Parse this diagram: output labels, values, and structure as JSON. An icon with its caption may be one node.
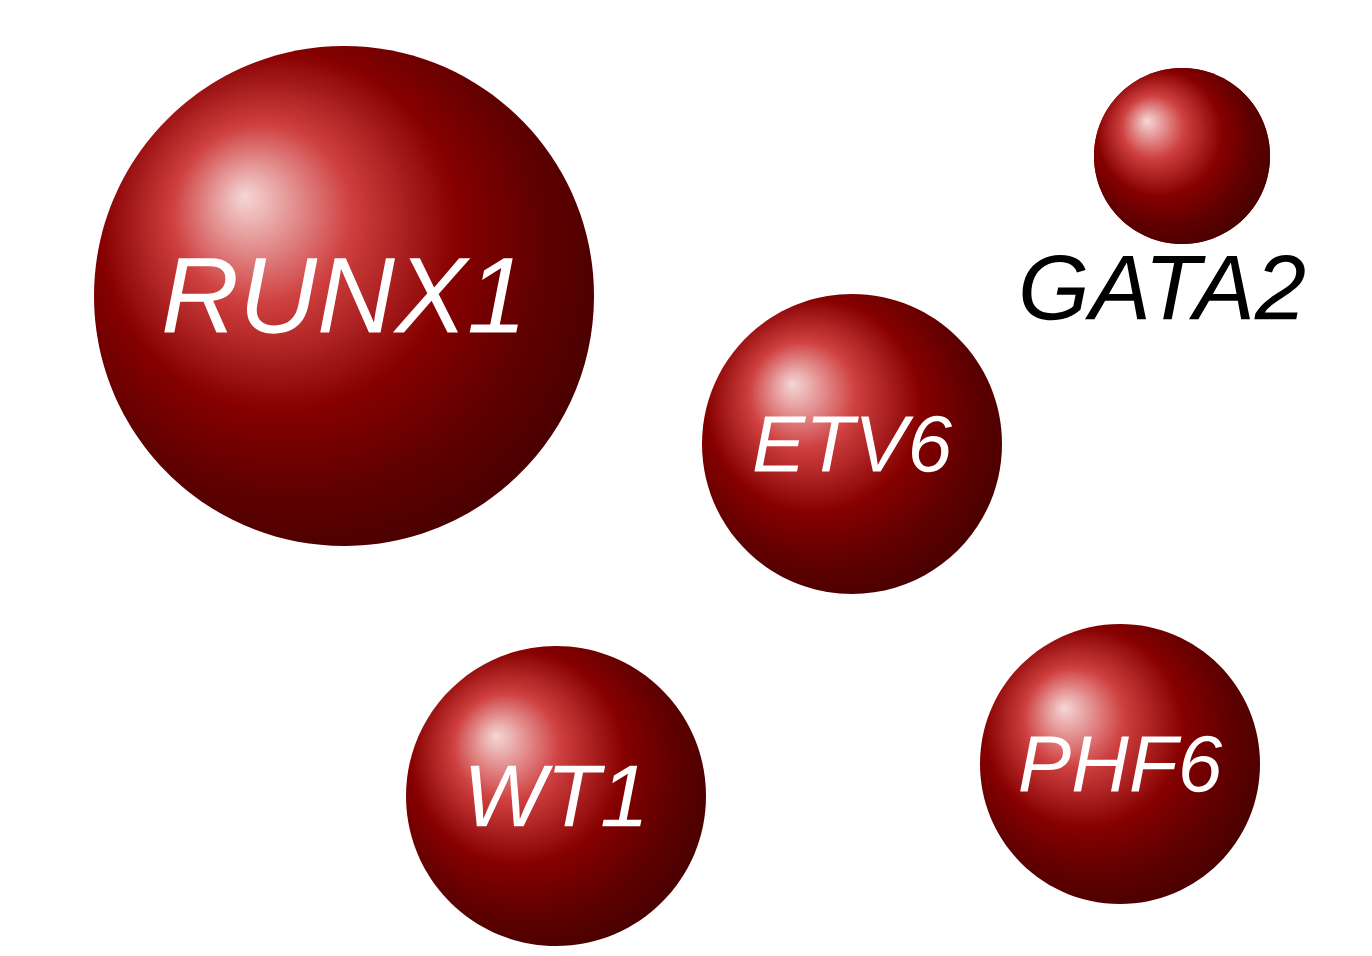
{
  "diagram": {
    "nodes": [
      {
        "text": [
          "RUNX1"
        ]
      },
      {
        "text": [
          "GATA2"
        ]
      },
      {
        "text": [
          "ETV6"
        ]
      },
      {
        "text": [
          "WT1"
        ]
      },
      {
        "text": [
          "PHF6"
        ]
      }
    ]
  }
}
